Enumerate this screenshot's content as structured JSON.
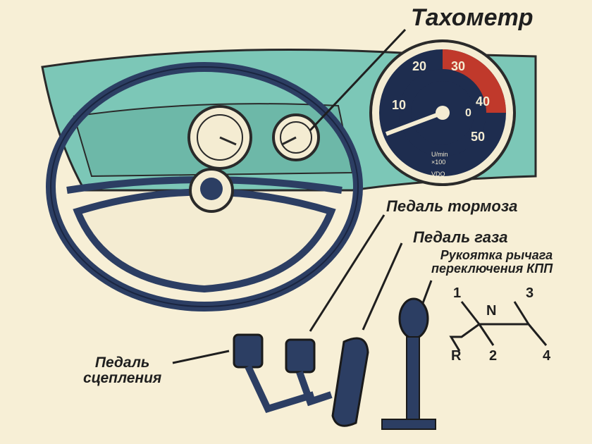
{
  "labels": {
    "tachometer": "Тахометр",
    "brake_pedal": "Педаль тормоза",
    "gas_pedal": "Педаль газа",
    "gear_lever_line1": "Рукоятка рычага",
    "gear_lever_line2": "переключения КПП",
    "clutch_line1": "Педаль",
    "clutch_line2": "сцепления"
  },
  "tachometer_dial": {
    "scale": [
      "0",
      "10",
      "20",
      "30",
      "40",
      "50"
    ],
    "unit_line1": "U/min",
    "unit_line2": "×100",
    "brand": "VDO",
    "zero_mark": "0"
  },
  "shift_pattern": {
    "positions": [
      "1",
      "2",
      "3",
      "4",
      "R",
      "N"
    ]
  },
  "colors": {
    "background": "#f7efd6",
    "dashboard": "#7cc7b7",
    "wheel": "#2c3e63",
    "ink": "#1f1f1f",
    "tach_red": "#c0392b"
  }
}
